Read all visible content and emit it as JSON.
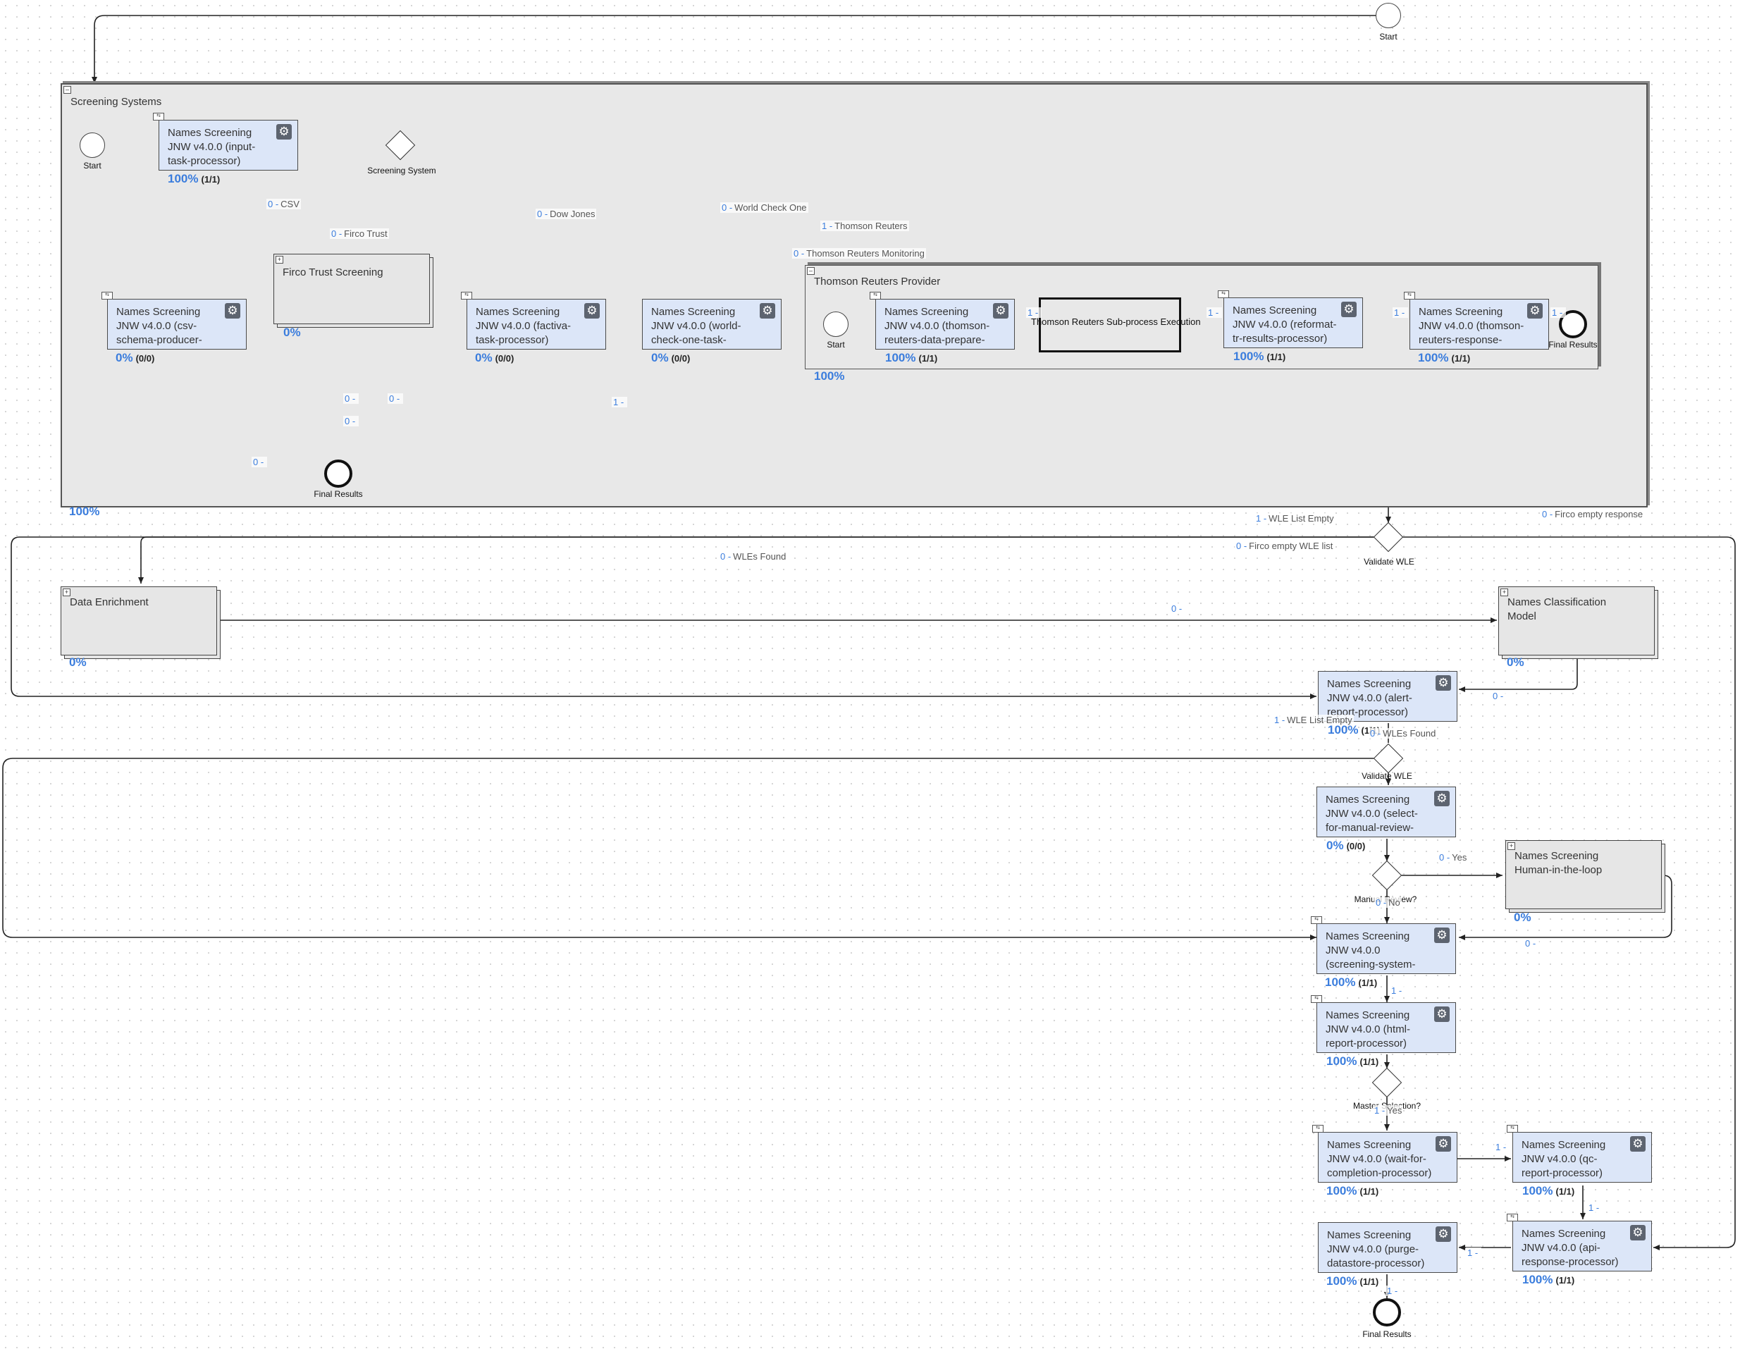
{
  "colors": {
    "task_fill": "#dce6f8",
    "percent": "#3b7ddd",
    "pool_fill": "#e8e8e8",
    "edge": "#222222"
  },
  "events": {
    "top_start": "Start",
    "pool_start": "Start",
    "pool_end": "Final Results",
    "tr_start": "Start",
    "tr_end": "Final Results",
    "final_end": "Final Results"
  },
  "pool": {
    "title": "Screening Systems",
    "percent": "100%"
  },
  "tr_pool": {
    "title": "Thomson Reuters Provider",
    "percent": "100%"
  },
  "gateways": {
    "screening_system": "Screening System",
    "validate_wle_1": "Validate WLE",
    "validate_wle_2": "Validate WLE",
    "manual_review": "Manual Review?",
    "master_selection": "Master Selection?"
  },
  "tasks": {
    "input": {
      "label": "Names Screening\nJNW v4.0.0 (input-\ntask-processor)",
      "percent": "100%",
      "count": "(1/1)"
    },
    "csv": {
      "label": "Names Screening\nJNW v4.0.0 (csv-\nschema-producer-\nprocessor)",
      "percent": "0%",
      "count": "(0/0)"
    },
    "factiva": {
      "label": "Names Screening\nJNW v4.0.0 (factiva-\ntask-processor)",
      "percent": "0%",
      "count": "(0/0)"
    },
    "worldcheck": {
      "label": "Names Screening\nJNW v4.0.0 (world-\ncheck-one-task-\nprocessor)",
      "percent": "0%",
      "count": "(0/0)"
    },
    "tr_prepare": {
      "label": "Names Screening\nJNW v4.0.0 (thomson-\nreuters-data-prepare-\nprocessor)",
      "percent": "100%",
      "count": "(1/1)"
    },
    "tr_reformat": {
      "label": "Names Screening\nJNW v4.0.0 (reformat-\ntr-results-processor)",
      "percent": "100%",
      "count": "(1/1)"
    },
    "tr_response": {
      "label": "Names Screening\nJNW v4.0.0 (thomson-\nreuters-response-\nprocessor)",
      "percent": "100%",
      "count": "(1/1)"
    },
    "alert": {
      "label": "Names Screening\nJNW v4.0.0 (alert-\nreport-processor)",
      "percent": "100%",
      "count": "(1/1)"
    },
    "select_manual": {
      "label": "Names Screening\nJNW v4.0.0 (select-\nfor-manual-review-\nprocessor)",
      "percent": "0%",
      "count": "(0/0)"
    },
    "screening_sys": {
      "label": "Names Screening\nJNW v4.0.0\n(screening-system-\nreport-processor)",
      "percent": "100%",
      "count": "(1/1)"
    },
    "html_report": {
      "label": "Names Screening\nJNW v4.0.0 (html-\nreport-processor)",
      "percent": "100%",
      "count": "(1/1)"
    },
    "wait": {
      "label": "Names Screening\nJNW v4.0.0 (wait-for-\ncompletion-processor)",
      "percent": "100%",
      "count": "(1/1)"
    },
    "qc": {
      "label": "Names Screening\nJNW v4.0.0 (qc-\nreport-processor)",
      "percent": "100%",
      "count": "(1/1)"
    },
    "api": {
      "label": "Names Screening\nJNW v4.0.0 (api-\nresponse-processor)",
      "percent": "100%",
      "count": "(1/1)"
    },
    "purge": {
      "label": "Names Screening\nJNW v4.0.0 (purge-\ndatastore-processor)",
      "percent": "100%",
      "count": "(1/1)"
    }
  },
  "subprocesses": {
    "firco": {
      "label": "Firco Trust Screening",
      "percent": "0%"
    },
    "enrichment": {
      "label": "Data Enrichment",
      "percent": "0%"
    },
    "classification": {
      "label": "Names Classification\nModel",
      "percent": "0%"
    },
    "human": {
      "label": "Names Screening\nHuman-in-the-loop",
      "percent": "0%"
    },
    "tr_subprocess": {
      "label": "Thomson Reuters Sub-process Execution"
    }
  },
  "edge_labels": {
    "csv": {
      "num": "0 -",
      "text": "CSV"
    },
    "firco": {
      "num": "0 -",
      "text": "Firco Trust"
    },
    "dow": {
      "num": "0 -",
      "text": "Dow Jones"
    },
    "wco": {
      "num": "0 -",
      "text": "World Check One"
    },
    "tr": {
      "num": "1 -",
      "text": "Thomson Reuters"
    },
    "trm": {
      "num": "0 -",
      "text": "Thomson Reuters Monitoring"
    },
    "e1": {
      "num": "0 -",
      "text": ""
    },
    "e2": {
      "num": "0 -",
      "text": ""
    },
    "e3": {
      "num": "0 -",
      "text": ""
    },
    "e4": {
      "num": "1 -",
      "text": ""
    },
    "e5": {
      "num": "0 -",
      "text": ""
    },
    "tr1": {
      "num": "1 -",
      "text": ""
    },
    "tr2": {
      "num": "1 -",
      "text": ""
    },
    "tr3": {
      "num": "1 -",
      "text": ""
    },
    "tr4": {
      "num": "1 -",
      "text": ""
    },
    "wle_empty1": {
      "num": "1 -",
      "text": "WLE List Empty"
    },
    "firco_empty": {
      "num": "0 -",
      "text": "Firco empty response"
    },
    "firco_empty_list": {
      "num": "0 -",
      "text": "Firco empty WLE list"
    },
    "wles_found1": {
      "num": "0 -",
      "text": "WLEs Found"
    },
    "enr": {
      "num": "0 -",
      "text": ""
    },
    "cls": {
      "num": "0 -",
      "text": ""
    },
    "wle_empty2": {
      "num": "1 -",
      "text": "WLE List Empty"
    },
    "wles_found2": {
      "num": "0 -",
      "text": "WLEs Found"
    },
    "yes1": {
      "num": "0 -",
      "text": "Yes"
    },
    "no1": {
      "num": "0 -",
      "text": "No"
    },
    "hum": {
      "num": "0 -",
      "text": ""
    },
    "s1": {
      "num": "1 -",
      "text": ""
    },
    "yes2": {
      "num": "1 -",
      "text": "Yes"
    },
    "q1": {
      "num": "1 -",
      "text": ""
    },
    "q2": {
      "num": "1 -",
      "text": ""
    },
    "q3": {
      "num": "1 -",
      "text": ""
    },
    "p1": {
      "num": "1 -",
      "text": ""
    }
  }
}
